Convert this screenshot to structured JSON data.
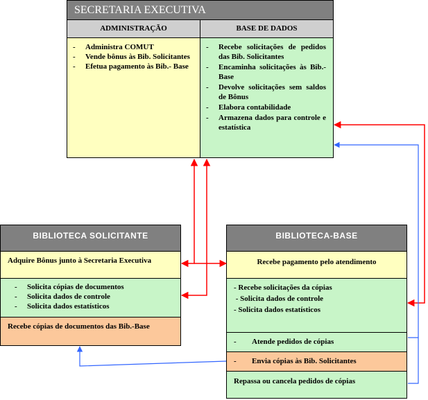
{
  "secretaria": {
    "title": "SECRETARIA EXECUTIVA",
    "col1_header": "ADMINISTRAÇÃO",
    "col2_header": "BASE DE DADOS",
    "admin_items": [
      "Administra COMUT",
      "Vende bônus às Bib. Solicitantes",
      "Efetua pagamento às Bib.- Base"
    ],
    "base_items": [
      "Recebe solicitações de pedidos das Bib. Solicitantes",
      "Encaminha solicitações às Bib.-Base",
      "Devolve solicitações sem saldos de Bônus",
      "Elabora contabilidade",
      "Armazena dados para controle e estatística"
    ]
  },
  "solicitante": {
    "title": "BIBLIOTECA SOLICITANTE",
    "row1": "Adquire Bônus junto à Secretaria Executiva",
    "row2_items": [
      "Solicita cópias de documentos",
      "Solicita dados de controle",
      "Solicita dados estatísticos"
    ],
    "row3": "Recebe cópias de documentos das Bib.-Base"
  },
  "base": {
    "title": "BIBLIOTECA-BASE",
    "row1": "Recebe pagamento pelo atendimento",
    "row2_items": [
      "- Recebe solicitações da cópias",
      " - Solicita dados de controle",
      "- Solicita dados estatísticos"
    ],
    "row3": "Atende pedidos de cópias",
    "row4": "Envia cópias às Bib. Solicitantes",
    "row5": "Repassa ou cancela pedidos de cópias"
  },
  "colors": {
    "red_arrow": "#ff0000",
    "blue_arrow": "#3366ff",
    "header_gray": "#808080",
    "yellow": "#ffffc0",
    "green": "#c8f5c8",
    "orange": "#fcc89b"
  }
}
